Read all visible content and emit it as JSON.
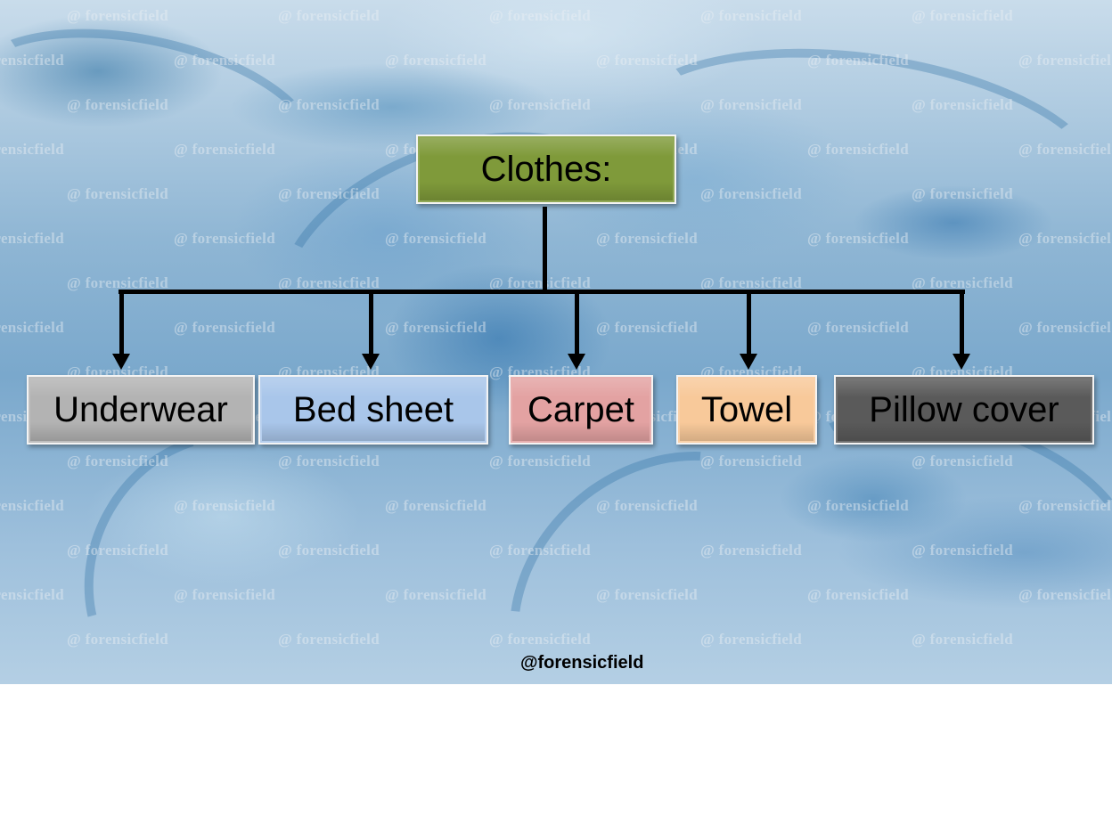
{
  "diagram": {
    "root": {
      "label": "Clothes:",
      "color": "#7f9a3a"
    },
    "children": [
      {
        "label": "Underwear",
        "color": "#b3b3b3"
      },
      {
        "label": "Bed sheet",
        "color": "#a9c6ea"
      },
      {
        "label": "Carpet",
        "color": "#e3a2a2"
      },
      {
        "label": "Towel",
        "color": "#f8c99a"
      },
      {
        "label": "Pillow cover",
        "color": "#5a5a5a"
      }
    ]
  },
  "watermark": {
    "text": "@ forensicfield"
  },
  "credit": {
    "text": "@forensicfield"
  }
}
